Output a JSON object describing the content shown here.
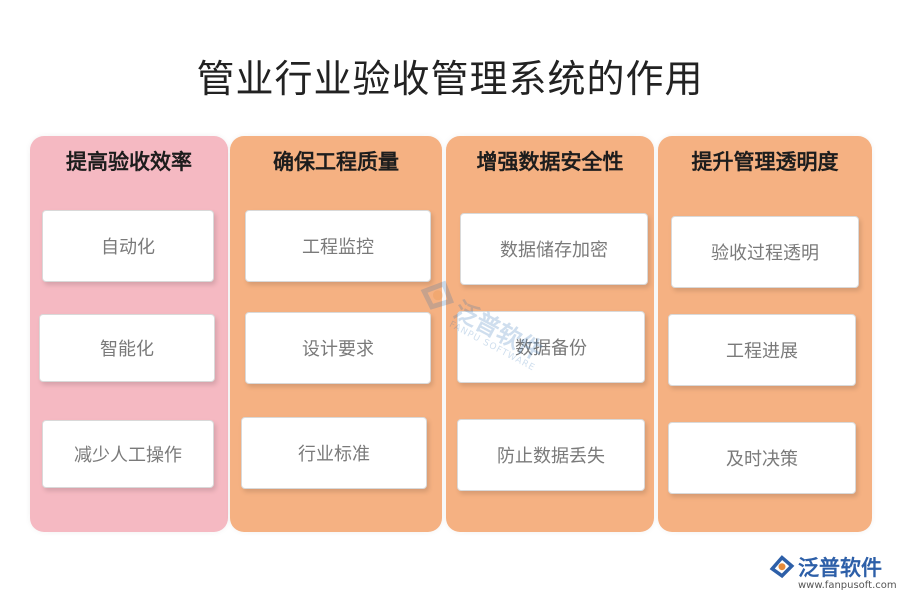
{
  "title": "管业行业验收管理系统的作用",
  "columns": [
    {
      "heading": "提高验收效率",
      "color": "#f5b9c2",
      "items": [
        "自动化",
        "智能化",
        "减少人工操作"
      ]
    },
    {
      "heading": "确保工程质量",
      "color": "#f5b182",
      "items": [
        "工程监控",
        "设计要求",
        "行业标准"
      ]
    },
    {
      "heading": "增强数据安全性",
      "color": "#f5b182",
      "items": [
        "数据储存加密",
        "数据备份",
        "防止数据丢失"
      ]
    },
    {
      "heading": "提升管理透明度",
      "color": "#f5b182",
      "items": [
        "验收过程透明",
        "工程进展",
        "及时决策"
      ]
    }
  ],
  "watermark": {
    "brand": "泛普软件",
    "sub": "FANPU SOFTWARE"
  },
  "logo": {
    "brand": "泛普软件",
    "url": "www.fanpusoft.com"
  }
}
